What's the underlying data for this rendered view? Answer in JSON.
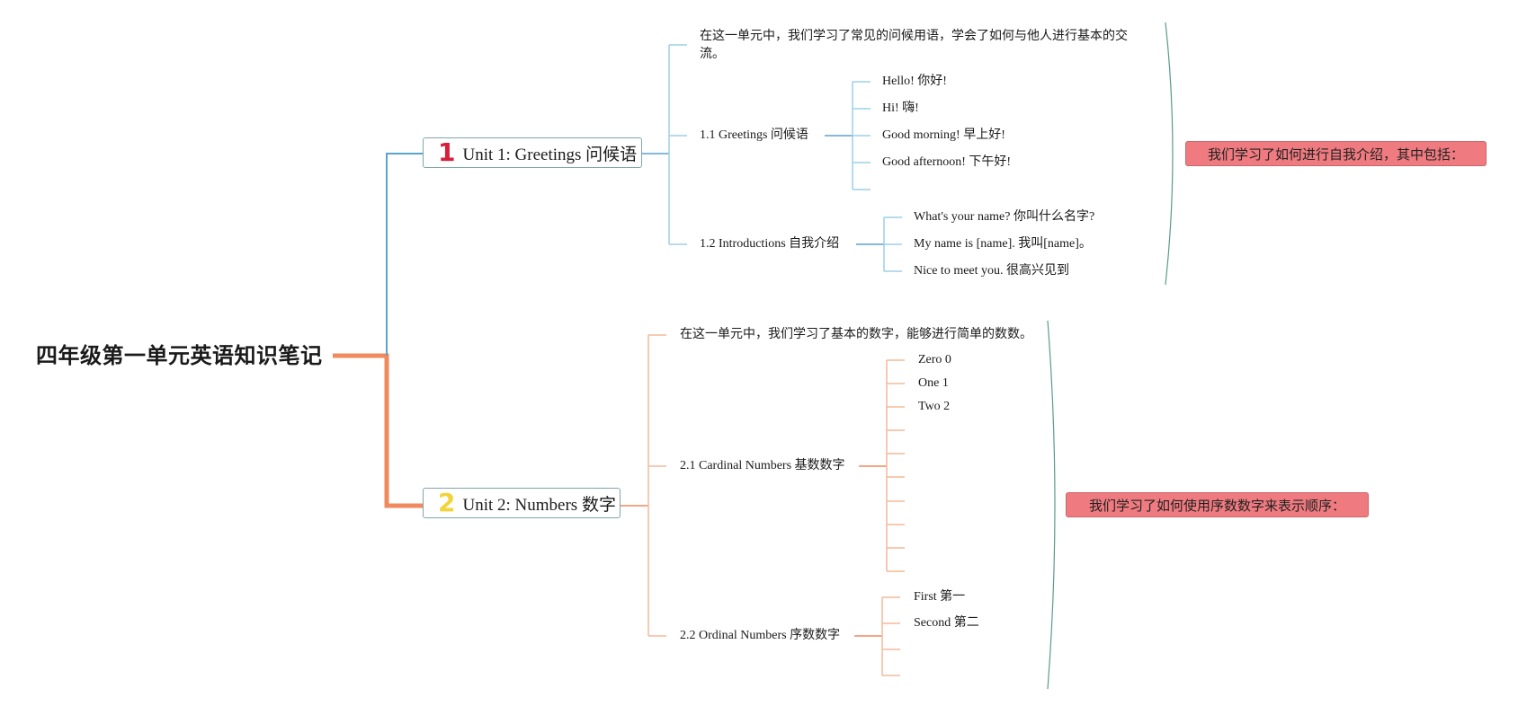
{
  "root": {
    "title": "四年级第一单元英语知识笔记"
  },
  "colors": {
    "unit1": "#5ba4cc",
    "unit1_light": "#9ecfe6",
    "unit2": "#f08a5d",
    "unit2_light": "#f4b99a",
    "brace": "#5b9a8f",
    "summary_bg": "#ef7b80",
    "num1": "#d81e3a",
    "num2": "#f2d43a"
  },
  "unit1": {
    "number": "1",
    "label": "Unit 1: Greetings 问候语",
    "intro": "在这一单元中，我们学习了常见的问候用语，学会了如何与他人进行基本的交流。",
    "section1": {
      "label": "1.1 Greetings 问候语",
      "items": [
        "Hello! 你好!",
        "Hi! 嗨!",
        "Good morning! 早上好!",
        "Good afternoon! 下午好!",
        ""
      ]
    },
    "section2": {
      "label": "1.2 Introductions 自我介绍",
      "items": [
        "What's your name? 你叫什么名字?",
        "My name is [name]. 我叫[name]。",
        "Nice to meet you. 很高兴见到"
      ]
    },
    "summary": "我们学习了如何进行自我介绍，其中包括："
  },
  "unit2": {
    "number": "2",
    "label": "Unit 2: Numbers 数字",
    "intro": "在这一单元中，我们学习了基本的数字，能够进行简单的数数。",
    "section1": {
      "label": "2.1 Cardinal Numbers 基数数字",
      "items": [
        "Zero 0",
        "One 1",
        "Two 2",
        "",
        "",
        "",
        "",
        "",
        "",
        ""
      ]
    },
    "section2": {
      "label": "2.2 Ordinal Numbers 序数数字",
      "items": [
        "First 第一",
        "Second 第二",
        "",
        ""
      ]
    },
    "summary": "我们学习了如何使用序数数字来表示顺序："
  }
}
